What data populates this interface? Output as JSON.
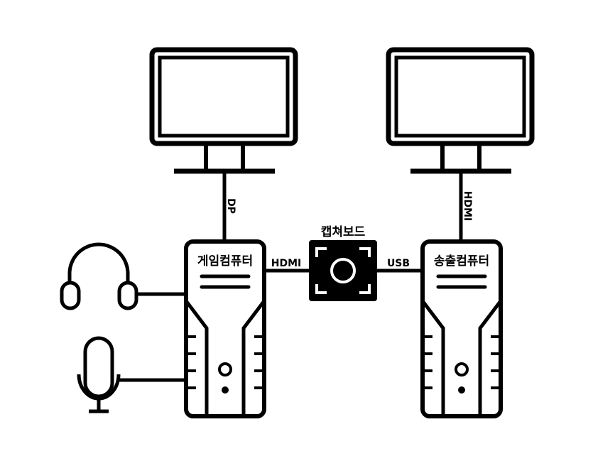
{
  "colors": {
    "stroke": "#000000",
    "background": "#ffffff",
    "capture_icon": "#ffffff"
  },
  "devices": {
    "gaming_pc": {
      "label": "게임컴퓨터"
    },
    "streaming_pc": {
      "label": "송출컴퓨터"
    },
    "capture_board": {
      "label": "캡쳐보드"
    },
    "left_monitor": {
      "icon": "monitor-icon"
    },
    "right_monitor": {
      "icon": "monitor-icon"
    },
    "headset": {
      "icon": "headphones-icon"
    },
    "microphone": {
      "icon": "microphone-icon"
    }
  },
  "connections": {
    "gaming_to_left_monitor": "DP",
    "gaming_to_capture": "HDMI",
    "capture_to_streaming": "USB",
    "streaming_to_right_monitor": "HDMI"
  }
}
